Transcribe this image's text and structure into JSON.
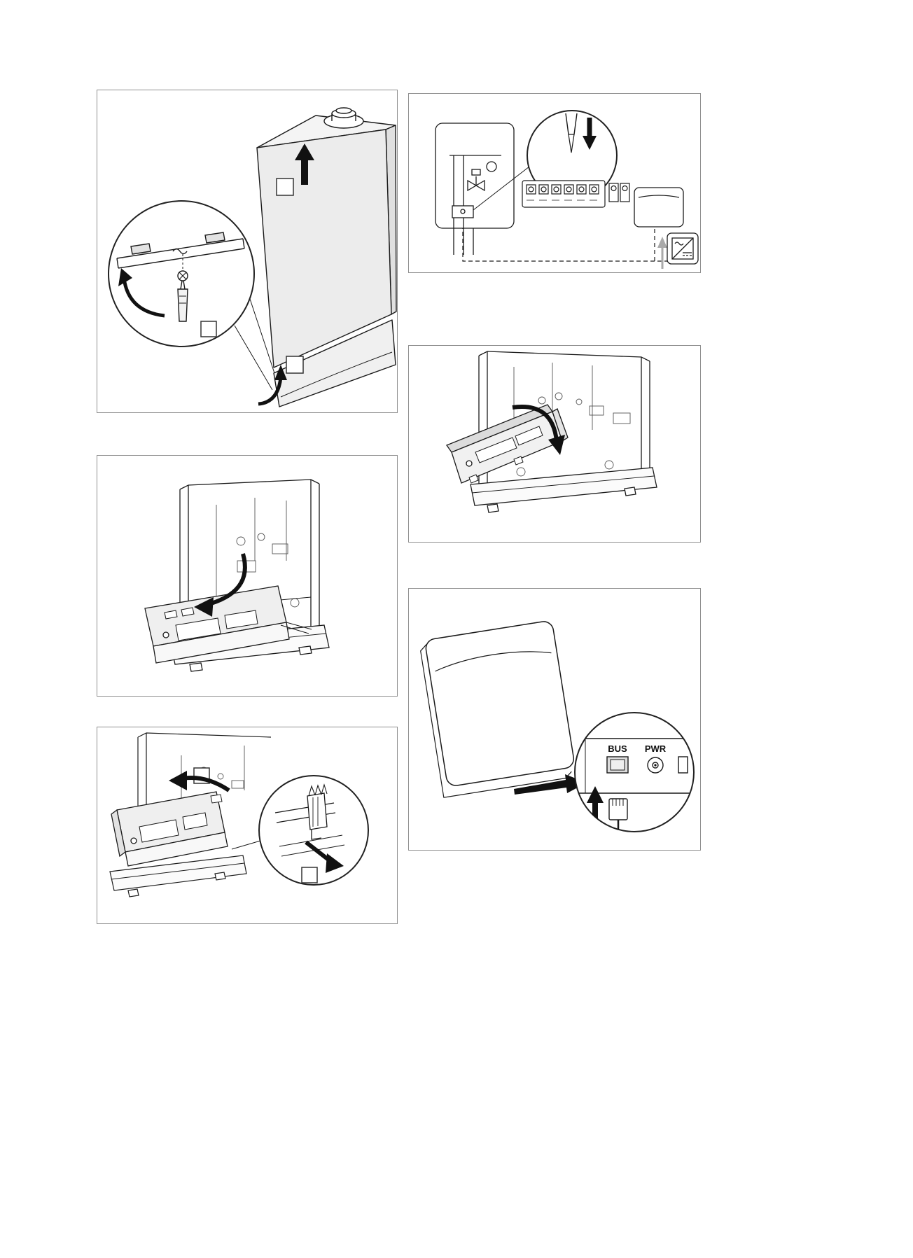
{
  "page": {
    "background": "#ffffff",
    "line_color": "#1a1a1a",
    "panel_border_color": "#8f8f8f"
  },
  "panels": [
    {
      "name": "remove-front-cover"
    },
    {
      "name": "thermostat-wiring-overview"
    },
    {
      "name": "tilt-control-box-forward"
    },
    {
      "name": "control-box-tilted-down"
    },
    {
      "name": "release-control-box-clip"
    },
    {
      "name": "thermostat-rear-bus-connection"
    }
  ],
  "connector_labels": {
    "bus": "BUS",
    "pwr": "PWR"
  }
}
